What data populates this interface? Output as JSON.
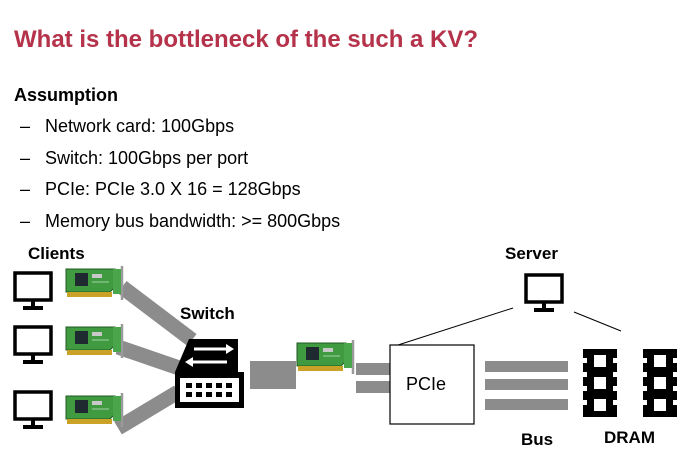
{
  "title": "What is the bottleneck of the such a KV?",
  "assumption": {
    "heading": "Assumption",
    "items": [
      "Network card: 100Gbps",
      "Switch: 100Gbps per port",
      "PCIe: PCIe 3.0 X 16 = 128Gbps",
      "Memory bus bandwidth: >= 800Gbps"
    ]
  },
  "diagram": {
    "clients_label": "Clients",
    "switch_label": "Switch",
    "server_label": "Server",
    "pcie_label": "PCIe",
    "bus_label": "Bus",
    "dram_label": "DRAM"
  },
  "colors": {
    "title": "#b5334a",
    "link": "#8c8c8c",
    "nic_board": "#3f9a40",
    "chip": "#1e2a30"
  },
  "icons": [
    "monitor-icon",
    "network-card-icon",
    "switch-icon",
    "dram-module-icon"
  ]
}
